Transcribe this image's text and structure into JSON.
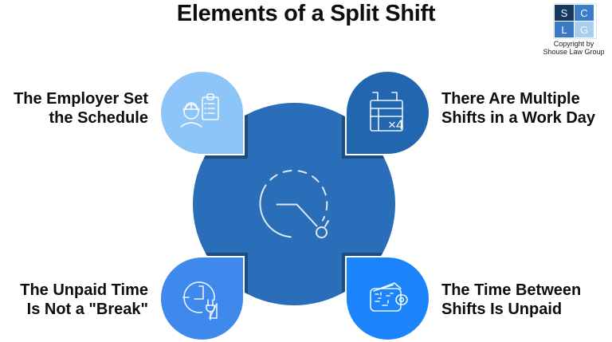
{
  "title": "Elements of a Split Shift",
  "logo": {
    "letters": [
      "S",
      "C",
      "L",
      "G"
    ],
    "copyright": [
      "Copyright by",
      "Shouse Law Group"
    ]
  },
  "items": [
    {
      "id": "employer-schedule",
      "label": [
        "The Employer Set",
        "the Schedule"
      ],
      "icon": "worker-clipboard-icon",
      "color": "#8ec5f8"
    },
    {
      "id": "multiple-shifts",
      "label": [
        "There Are Multiple",
        "Shifts in a Work Day"
      ],
      "icon": "calendar-x4-icon",
      "color": "#2266b0",
      "badge": "×4"
    },
    {
      "id": "unpaid-break",
      "label": [
        "The Unpaid Time",
        "Is Not a \"Break\""
      ],
      "icon": "clock-plug-icon",
      "color": "#3f88ec"
    },
    {
      "id": "time-between-unpaid",
      "label": [
        "The Time Between",
        "Shifts Is Unpaid"
      ],
      "icon": "wallet-icon",
      "color": "#1c84fa"
    }
  ],
  "center": {
    "icon": "clock-icon",
    "color": "#2a6db8",
    "shadow_color": "#1f4b80"
  }
}
